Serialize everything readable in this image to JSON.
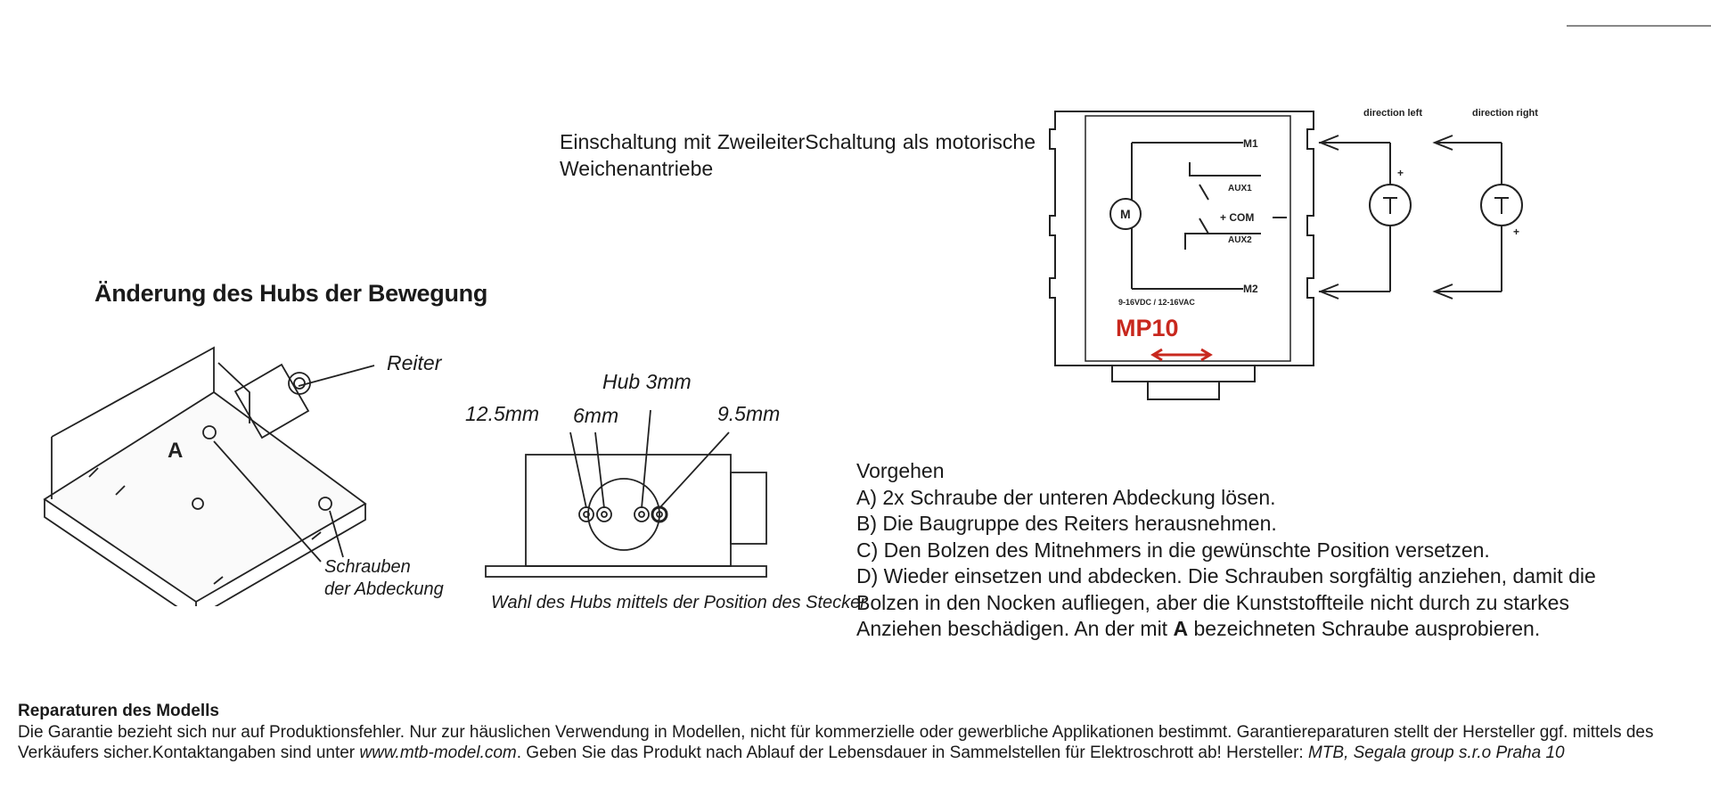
{
  "intro_text": "Einschaltung mit ZweileiterSchaltung als motorische Weichenantriebe",
  "wiring": {
    "terminals": [
      "M1",
      "AUX1",
      "+ COM",
      "AUX2",
      "M2"
    ],
    "motor_symbol": "M",
    "voltage": "9-16VDC / 12-16VAC",
    "model": "MP10",
    "direction_left": "direction left",
    "direction_right": "direction right",
    "plus": "+",
    "colors": {
      "model": "#c8281e",
      "arrow": "#c8281e"
    }
  },
  "section_heading": "Änderung des Hubs der Bewegung",
  "figure_left": {
    "label_reiter": "Reiter",
    "label_a": "A",
    "label_screws_1": "Schrauben",
    "label_screws_2": "der Abdeckung"
  },
  "figure_mid": {
    "label_hub": "Hub 3mm",
    "label_125": "12.5mm",
    "label_6": "6mm",
    "label_95": "9.5mm",
    "caption": "Wahl des Hubs mittels der Position des Stecker"
  },
  "steps": {
    "title": "Vorgehen",
    "a": "A) 2x Schraube der unteren Abdeckung lösen.",
    "b": "B) Die Baugruppe des Reiters herausnehmen.",
    "c": "C) Den Bolzen des Mitnehmers in die gewünschte Position versetzen.",
    "d1": "D) Wieder einsetzen und abdecken. Die Schrauben sorgfältig anziehen, damit die",
    "d2": "Bolzen in den Nocken aufliegen, aber die Kunststoffteile nicht durch zu starkes",
    "d3_pre": "Anziehen beschädigen. An der mit ",
    "d3_bold": "A",
    "d3_post": " bezeichneten Schraube ausprobieren."
  },
  "repair": {
    "title": "Reparaturen des Modells",
    "text1": "Die Garantie bezieht sich nur auf Produktionsfehler. Nur zur häuslichen Verwendung in Modellen, nicht für kommerzielle oder gewerbliche Applikationen bestimmt. Garantiereparaturen stellt der Hersteller ggf. mittels des Verkäufers sicher.Kontaktangaben sind unter ",
    "url": "www.mtb-model.com",
    "text2": ". Geben Sie das Produkt nach Ablauf der Lebensdauer in Sammelstellen für Elektroschrott ab! Hersteller: ",
    "maker": "MTB, Segala group s.r.o  Praha 10"
  }
}
